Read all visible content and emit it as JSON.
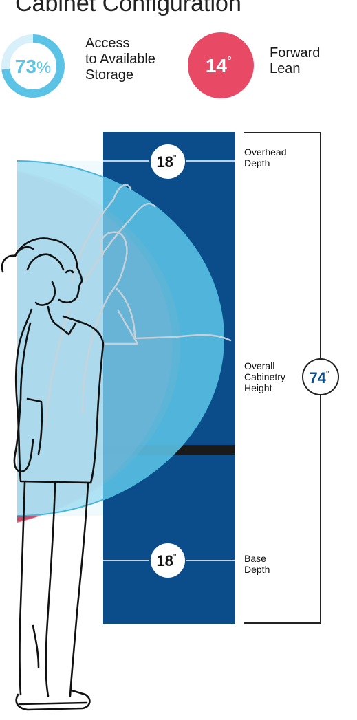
{
  "title": "Cabinet Configuration",
  "stats": {
    "access": {
      "value": "73",
      "unit": "%",
      "fraction": 0.73,
      "label_lines": [
        "Access",
        "to Available",
        "Storage"
      ],
      "color": "#5bc4e6"
    },
    "lean": {
      "value": "14",
      "unit": "°",
      "label_lines": [
        "Forward",
        "Lean"
      ],
      "color": "#e84a66"
    }
  },
  "dimensions": {
    "overhead": {
      "value": "18",
      "unit": "\"",
      "label_lines": [
        "Overhead",
        "Depth"
      ]
    },
    "overall": {
      "value": "74",
      "unit": "\"",
      "label_lines": [
        "Overall",
        "Cabinetry",
        "Height"
      ]
    },
    "base": {
      "value": "18",
      "unit": "\"",
      "label_lines": [
        "Base",
        "Depth"
      ]
    }
  },
  "colors": {
    "cabinet": "#0b4c8a",
    "reach_arc": "#5bc4e6",
    "lean_arc": "#e84a66",
    "counter": "#1a1a1a"
  }
}
